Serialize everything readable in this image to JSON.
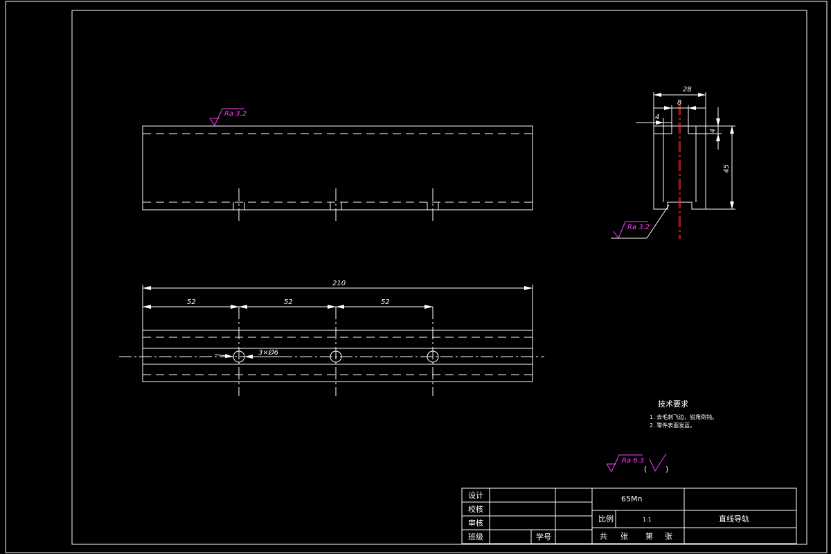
{
  "dimensions": {
    "overall_length": "210",
    "spacing_1": "52",
    "spacing_2": "52",
    "spacing_3": "52",
    "holes": "3×Ø6",
    "width": "28",
    "slot_width": "8",
    "lip_left": "4",
    "lip_right": "4",
    "height": "45"
  },
  "roughness": {
    "top_view": "Ra 3.2",
    "section_view": "Ra 3.2",
    "general": "Ra 6.3",
    "paren_open": "(",
    "paren_close": ")"
  },
  "tech_requirements": {
    "title": "技术要求",
    "items": [
      "1. 去毛刺飞边，锐角倒钝。",
      "2. 零件表面发蓝。"
    ]
  },
  "title_block": {
    "design": "设计",
    "check": "校核",
    "review": "审核",
    "class": "班级",
    "student_no": "学号",
    "material": "65Mn",
    "scale_label": "比例",
    "scale_value": "1:1",
    "part_name": "直线导轨",
    "sheets_total": "共",
    "sheets_unit": "张",
    "sheet_no": "第",
    "sheet_no_unit": "张"
  }
}
